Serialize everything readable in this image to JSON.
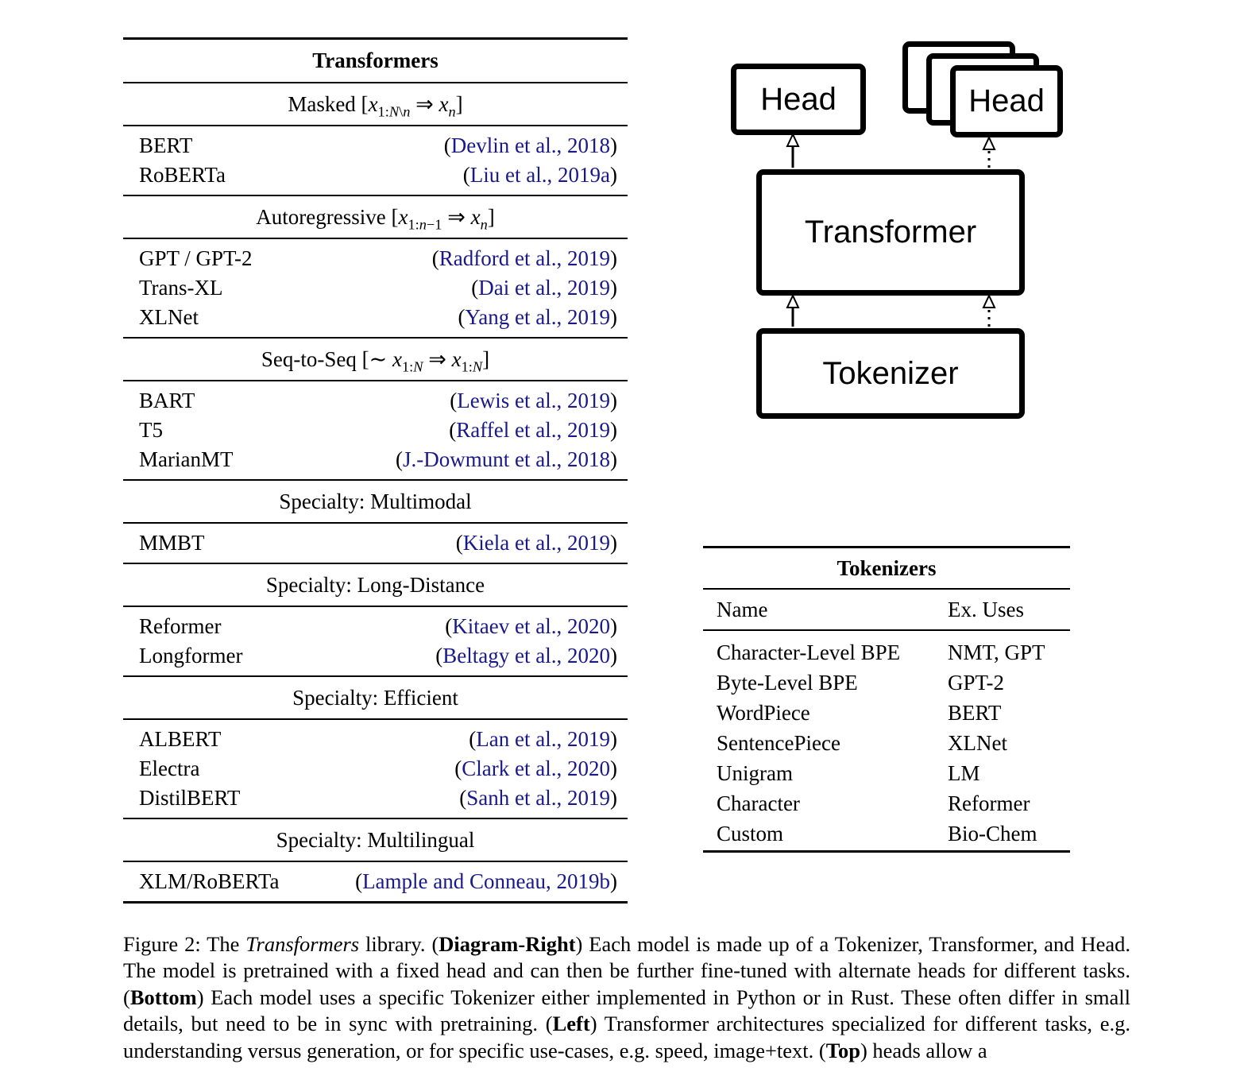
{
  "punct": {
    "open": "(",
    "close": ")"
  },
  "colors": {
    "link": "#19198a",
    "text": "#000000"
  },
  "transformers_table": {
    "title": "Transformers",
    "sections": [
      {
        "header_html": "Masked [<i>x</i><sub>1:<i>N</i>\\<i>n</i></sub> ⇒ <i>x</i><sub><i>n</i></sub>]",
        "rows": [
          {
            "name": "BERT",
            "cite": "Devlin et al., 2018"
          },
          {
            "name": "RoBERTa",
            "cite": "Liu et al., 2019a"
          }
        ]
      },
      {
        "header_html": "Autoregressive [<i>x</i><sub>1:<i>n</i>−1</sub> ⇒ <i>x</i><sub><i>n</i></sub>]",
        "rows": [
          {
            "name": "GPT / GPT-2",
            "cite": "Radford et al., 2019"
          },
          {
            "name": "Trans-XL",
            "cite": "Dai et al., 2019"
          },
          {
            "name": "XLNet",
            "cite": "Yang et al., 2019"
          }
        ]
      },
      {
        "header_html": "Seq-to-Seq [∼ <i>x</i><sub>1:<i>N</i></sub> ⇒ <i>x</i><sub>1:<i>N</i></sub>]",
        "rows": [
          {
            "name": "BART",
            "cite": "Lewis et al., 2019"
          },
          {
            "name": "T5",
            "cite": "Raffel et al., 2019"
          },
          {
            "name": "MarianMT",
            "cite": "J.-Dowmunt et al., 2018"
          }
        ]
      },
      {
        "header_html": "Specialty: Multimodal",
        "rows": [
          {
            "name": "MMBT",
            "cite": "Kiela et al., 2019"
          }
        ]
      },
      {
        "header_html": "Specialty: Long-Distance",
        "rows": [
          {
            "name": "Reformer",
            "cite": "Kitaev et al., 2020"
          },
          {
            "name": "Longformer",
            "cite": "Beltagy et al., 2020"
          }
        ]
      },
      {
        "header_html": "Specialty: Efficient",
        "rows": [
          {
            "name": "ALBERT",
            "cite": "Lan et al., 2019"
          },
          {
            "name": "Electra",
            "cite": "Clark et al., 2020"
          },
          {
            "name": "DistilBERT",
            "cite": "Sanh et al., 2019"
          }
        ]
      },
      {
        "header_html": "Specialty: Multilingual",
        "rows": [
          {
            "name": "XLM/RoBERTa",
            "cite": "Lample and Conneau, 2019b"
          }
        ]
      }
    ]
  },
  "diagram": {
    "head_label": "Head",
    "head_stack_label": "Head",
    "transformer_label": "Transformer",
    "tokenizer_label": "Tokenizer"
  },
  "tokenizers_table": {
    "title": "Tokenizers",
    "columns": [
      "Name",
      "Ex. Uses"
    ],
    "rows": [
      [
        "Character-Level BPE",
        "NMT, GPT"
      ],
      [
        "Byte-Level BPE",
        "GPT-2"
      ],
      [
        "WordPiece",
        "BERT"
      ],
      [
        "SentencePiece",
        "XLNet"
      ],
      [
        "Unigram",
        "LM"
      ],
      [
        "Character",
        "Reformer"
      ],
      [
        "Custom",
        "Bio-Chem"
      ]
    ]
  },
  "caption": {
    "html": "Figure 2: The <i>Transformers</i> library. (<b>Diagram-Right</b>) Each model is made up of a Tokenizer, Transformer, and Head. The model is pretrained with a fixed head and can then be further fine-tuned with alternate heads for different tasks. (<b>Bottom</b>) Each model uses a specific Tokenizer either implemented in Python or in Rust. These often differ in small details, but need to be in sync with pretraining. (<b>Left</b>) Transformer architectures specialized for different tasks, e.g. understanding versus generation, or for specific use-cases, e.g. speed, image+text. (<b>Top</b>) heads allow a"
  }
}
